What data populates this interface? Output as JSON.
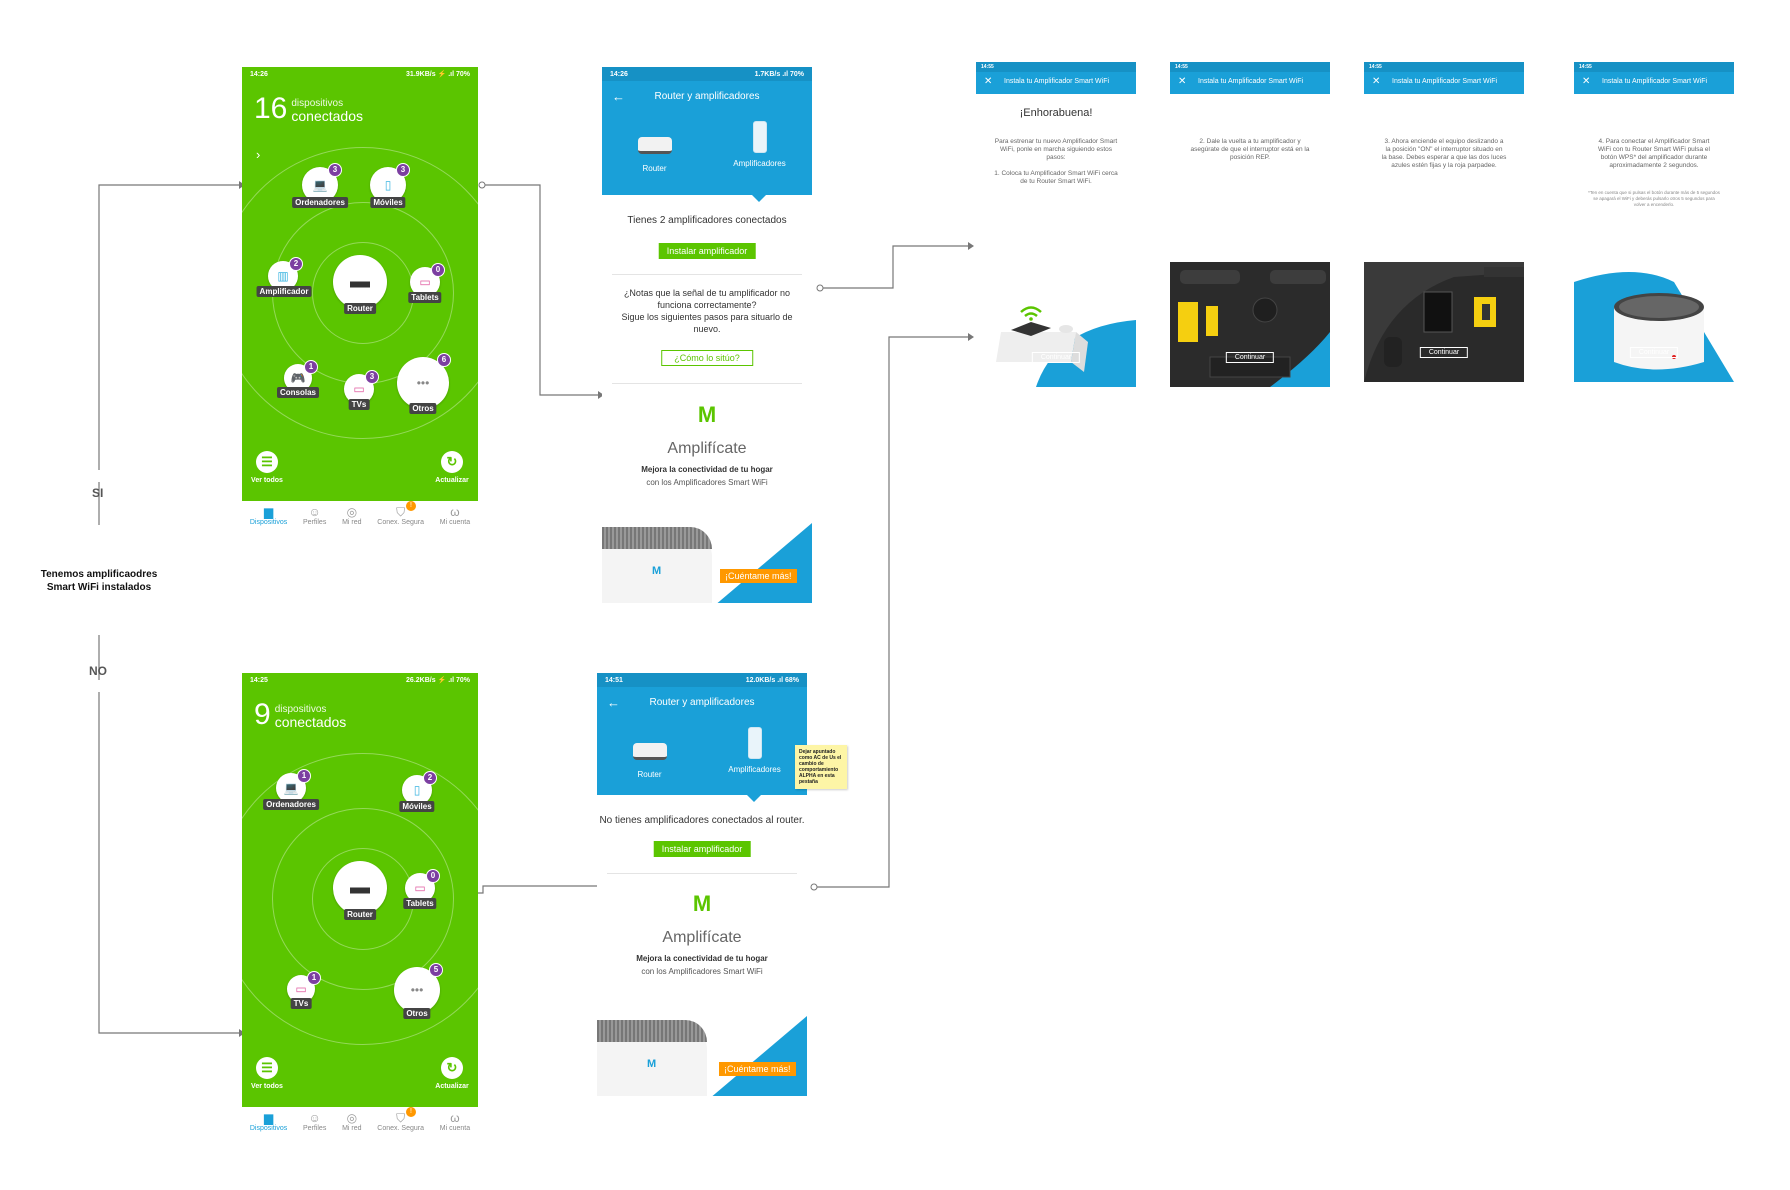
{
  "flow": {
    "condition": [
      "Tenemos amplificaodres",
      "Smart WiFi instalados"
    ],
    "yes_label": "SI",
    "no_label": "NO"
  },
  "colors": {
    "green": "#5bc500",
    "blue": "#1aa0d8",
    "purple": "#7c3fa1",
    "orange": "#ff9800"
  },
  "home_yes": {
    "status_time": "14:26",
    "status_right": "31.9KB/s ⚡ .ıl 70%",
    "count": "16",
    "count_label_1": "dispositivos",
    "count_label_2": "conectados",
    "devices": [
      {
        "label": "Ordenadores",
        "badge": "3",
        "icon": "laptop-icon"
      },
      {
        "label": "Móviles",
        "badge": "3",
        "icon": "phone-icon"
      },
      {
        "label": "Amplificador",
        "badge": "2",
        "icon": "amplifier-icon"
      },
      {
        "label": "Router",
        "badge": "",
        "icon": "router-icon"
      },
      {
        "label": "Tablets",
        "badge": "0",
        "icon": "tablet-icon"
      },
      {
        "label": "Consolas",
        "badge": "1",
        "icon": "gamepad-icon"
      },
      {
        "label": "TVs",
        "badge": "3",
        "icon": "tv-icon"
      },
      {
        "label": "Otros",
        "badge": "6",
        "icon": "more-icon"
      }
    ],
    "view_all": "Ver todos",
    "refresh": "Actualizar",
    "tabs": [
      "Dispositivos",
      "Perfiles",
      "Mi red",
      "Conex. Segura",
      "Mi cuenta"
    ]
  },
  "home_no": {
    "status_time": "14:25",
    "status_right": "26.2KB/s ⚡ .ıl 70%",
    "count": "9",
    "count_label_1": "dispositivos",
    "count_label_2": "conectados",
    "devices": [
      {
        "label": "Ordenadores",
        "badge": "1",
        "icon": "laptop-icon"
      },
      {
        "label": "Móviles",
        "badge": "2",
        "icon": "phone-icon"
      },
      {
        "label": "Router",
        "badge": "",
        "icon": "router-icon"
      },
      {
        "label": "Tablets",
        "badge": "0",
        "icon": "tablet-icon"
      },
      {
        "label": "TVs",
        "badge": "1",
        "icon": "tv-icon"
      },
      {
        "label": "Otros",
        "badge": "5",
        "icon": "more-icon"
      }
    ],
    "view_all": "Ver todos",
    "refresh": "Actualizar",
    "tabs": [
      "Dispositivos",
      "Perfiles",
      "Mi red",
      "Conex. Segura",
      "Mi cuenta"
    ]
  },
  "router_yes": {
    "status_time": "14:26",
    "status_right": "1.7KB/s .ıl 70%",
    "title": "Router y amplificadores",
    "seg_router": "Router",
    "seg_amps": "Amplificadores",
    "connected_text": "Tienes 2 amplificadores conectados",
    "install_button": "Instalar amplificador",
    "question": [
      "¿Notas que la señal de tu amplificador no",
      "funciona correctamente?",
      "Sigue los siguientes pasos para situarlo de",
      "nuevo."
    ],
    "how_button": "¿Cómo lo sitúo?",
    "promo_title": "Amplifícate",
    "promo_bold": "Mejora la conectividad de tu hogar",
    "promo_sub": "con los Amplificadores Smart WiFi",
    "promo_button": "¡Cuéntame más!"
  },
  "router_no": {
    "status_time": "14:51",
    "status_right": "12.0KB/s .ıl 68%",
    "title": "Router y amplificadores",
    "seg_router": "Router",
    "seg_amps": "Amplificadores",
    "sticky_note": "Dejar apuntado como AC de Us el cambio de comportamiento ALPHA en esta pestaña",
    "connected_text": "No tienes amplificadores conectados al router.",
    "install_button": "Instalar amplificador",
    "promo_title": "Amplifícate",
    "promo_bold": "Mejora la conectividad de tu hogar",
    "promo_sub": "con los Amplificadores Smart WiFi",
    "promo_button": "¡Cuéntame más!"
  },
  "wizard": {
    "header_title": "Instala tu Amplificador Smart WiFi",
    "continue": "Continuar",
    "steps": [
      {
        "status": "14:55",
        "heading": "¡Enhorabuena!",
        "text": [
          "Para estrenar tu nuevo Amplificador Smart",
          "WiFi, ponle en marcha siguiendo estos",
          "pasos:",
          "",
          "1. Coloca tu Amplificador Smart WiFi cerca",
          "de tu Router Smart WiFi."
        ],
        "note": ""
      },
      {
        "status": "14:55",
        "heading": "",
        "text": [
          "2. Dale la vuelta a tu amplificador y",
          "asegúrate de que el interruptor está en la",
          "posición REP."
        ],
        "note": ""
      },
      {
        "status": "14:55",
        "heading": "",
        "text": [
          "3. Ahora enciende el equipo deslizando a",
          "la posición \"ON\" el interruptor situado en",
          "la base. Debes esperar a que las dos luces",
          "azules estén fijas y la roja parpadee."
        ],
        "note": ""
      },
      {
        "status": "14:55",
        "heading": "",
        "text": [
          "4. Para conectar el Amplificador Smart",
          "WiFi con tu Router Smart WiFi pulsa el",
          "botón WPS* del amplificador durante",
          "aproximadamente 2 segundos."
        ],
        "note": "*Ten en cuenta que si pulsas el botón durante más de 5 segundos se apagará el WiFi y deberás pulsarlo otros 5 segundos para volver a encenderlo."
      }
    ]
  }
}
